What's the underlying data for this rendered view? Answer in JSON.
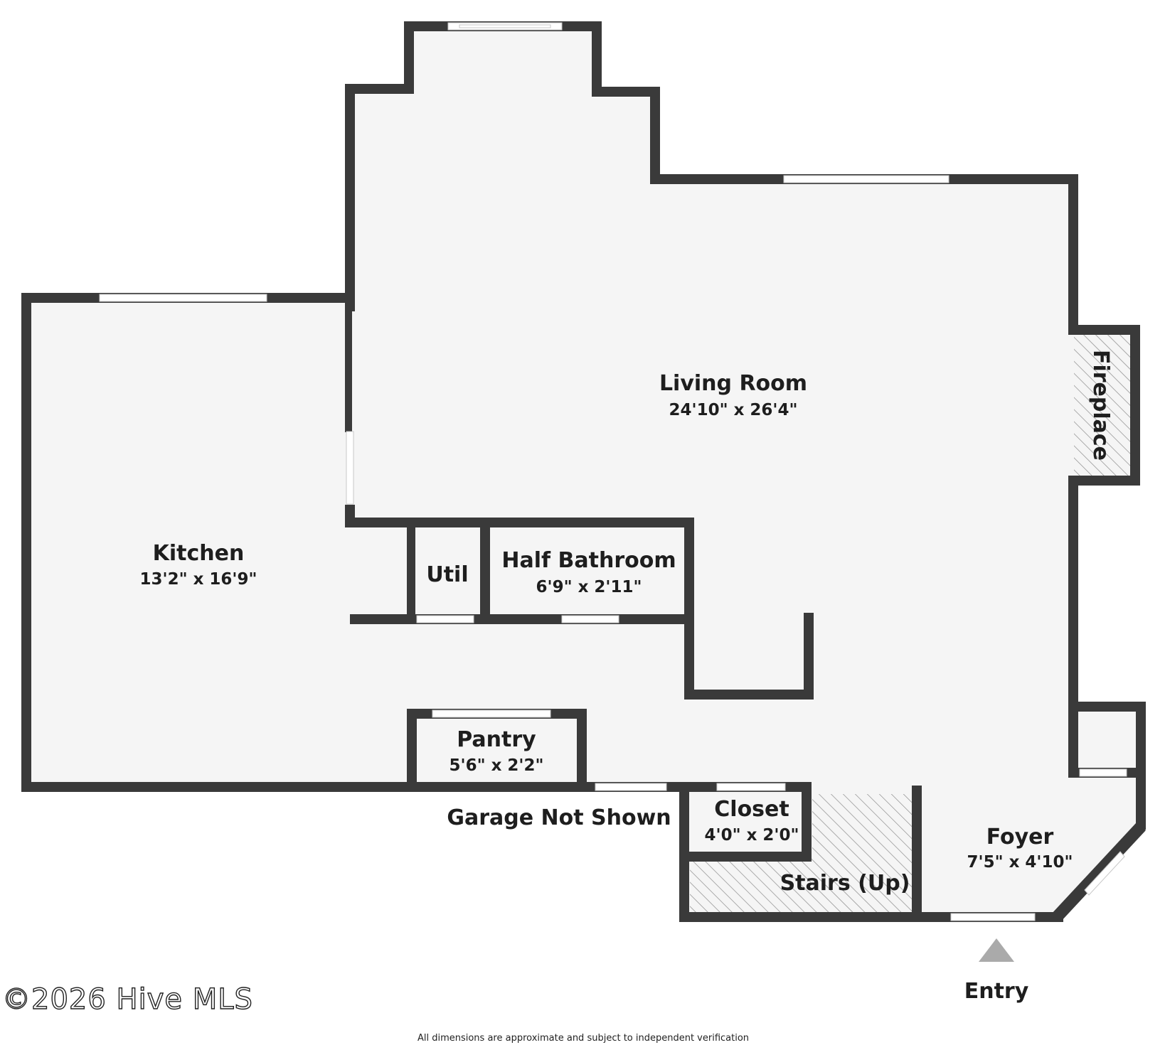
{
  "rooms": {
    "living_room": {
      "name": "Living Room",
      "dims": "24'10\" x 26'4\""
    },
    "kitchen": {
      "name": "Kitchen",
      "dims": "13'2\" x 16'9\""
    },
    "util": {
      "name": "Util"
    },
    "half_bath": {
      "name": "Half Bathroom",
      "dims": "6'9\" x 2'11\""
    },
    "pantry": {
      "name": "Pantry",
      "dims": "5'6\" x 2'2\""
    },
    "closet": {
      "name": "Closet",
      "dims": "4'0\" x 2'0\""
    },
    "foyer": {
      "name": "Foyer",
      "dims": "7'5\" x 4'10\""
    },
    "stairs": {
      "name": "Stairs (Up)"
    },
    "fireplace": {
      "name": "Fireplace"
    }
  },
  "notes": {
    "garage": "Garage Not Shown",
    "entry": "Entry",
    "disclaimer": "All dimensions are approximate and subject to independent verification"
  },
  "copyright": "©2026 Hive MLS",
  "colors": {
    "wall": "#3a3a3a",
    "floor": "#f5f5f5",
    "entry_marker": "#aaaaaa"
  }
}
